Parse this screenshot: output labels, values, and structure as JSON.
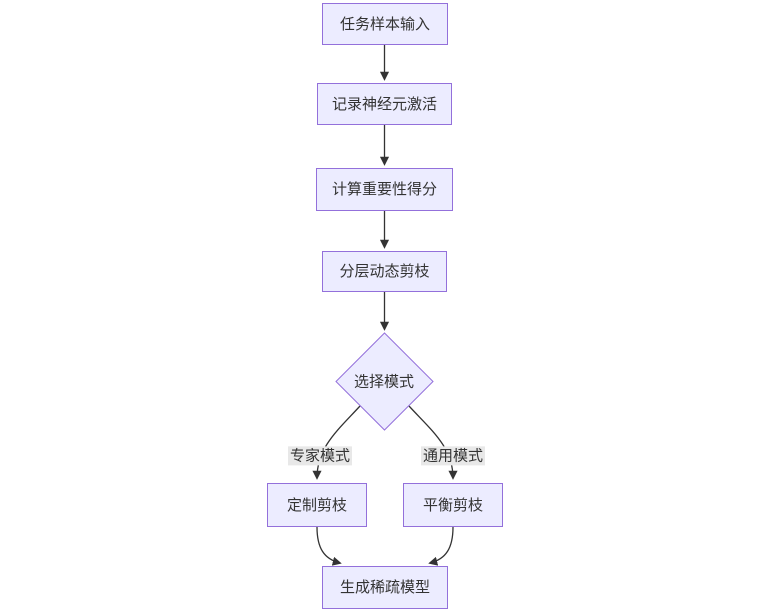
{
  "diagram": {
    "type": "flowchart",
    "direction": "top-down",
    "colors": {
      "background": "#ffffff",
      "node_fill": "#ECECFF",
      "node_border": "#9370DB",
      "text": "#333333",
      "edge": "#333333",
      "edge_label_bg": "#e8e8e8"
    },
    "nodes": {
      "task_input": {
        "label": "任务样本输入",
        "shape": "rect"
      },
      "record_activation": {
        "label": "记录神经元激活",
        "shape": "rect"
      },
      "importance_score": {
        "label": "计算重要性得分",
        "shape": "rect"
      },
      "layered_pruning": {
        "label": "分层动态剪枝",
        "shape": "rect"
      },
      "mode_select": {
        "label": "选择模式",
        "shape": "diamond"
      },
      "custom_pruning": {
        "label": "定制剪枝",
        "shape": "rect"
      },
      "balanced_pruning": {
        "label": "平衡剪枝",
        "shape": "rect"
      },
      "sparse_model": {
        "label": "生成稀疏模型",
        "shape": "rect"
      }
    },
    "edges": [
      {
        "from": "task_input",
        "to": "record_activation",
        "label": ""
      },
      {
        "from": "record_activation",
        "to": "importance_score",
        "label": ""
      },
      {
        "from": "importance_score",
        "to": "layered_pruning",
        "label": ""
      },
      {
        "from": "layered_pruning",
        "to": "mode_select",
        "label": ""
      },
      {
        "from": "mode_select",
        "to": "custom_pruning",
        "label": "专家模式"
      },
      {
        "from": "mode_select",
        "to": "balanced_pruning",
        "label": "通用模式"
      },
      {
        "from": "custom_pruning",
        "to": "sparse_model",
        "label": ""
      },
      {
        "from": "balanced_pruning",
        "to": "sparse_model",
        "label": ""
      }
    ],
    "edge_labels": {
      "expert": "专家模式",
      "general": "通用模式"
    }
  }
}
